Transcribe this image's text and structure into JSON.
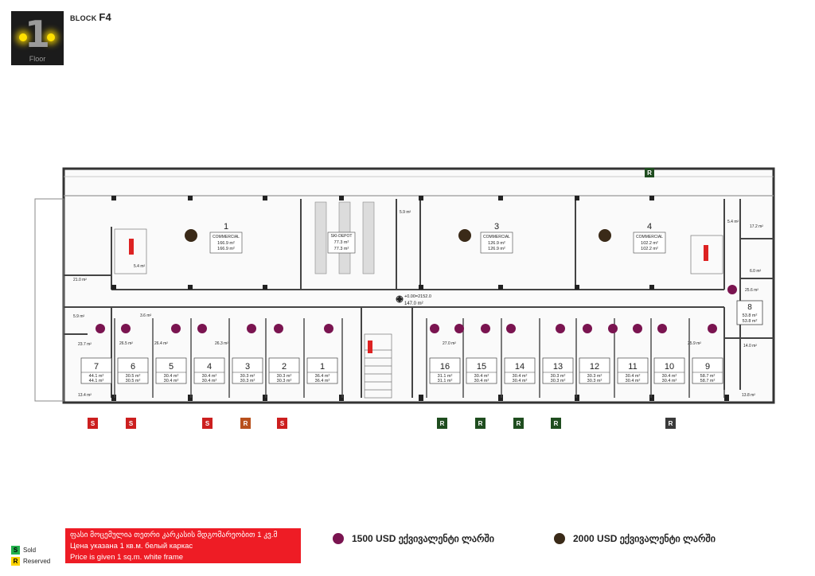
{
  "header": {
    "floor_number": "1",
    "floor_label": "Floor",
    "block_prefix": "BLOCK",
    "block_name": "F4"
  },
  "colors": {
    "sold": "#cc1f1f",
    "reserved_brown": "#b8501c",
    "available_green": "#1f4d1f",
    "dark_gray": "#3a3a3a",
    "price_1500": "#7a1450",
    "price_2000": "#3a2a18",
    "notice_bg": "#ee1c25"
  },
  "commercial_units": [
    {
      "id": "1",
      "label": "COMMERCIAL",
      "area1": "166.9 m²",
      "area2": "166.9 m²"
    },
    {
      "id": "3",
      "label": "COMMERCIAL",
      "area1": "126.9 m²",
      "area2": "126.9 m²"
    },
    {
      "id": "4",
      "label": "COMMERCIAL",
      "area1": "102.2 m²",
      "area2": "102.2 m²"
    }
  ],
  "ski_depot": {
    "label": "SKI-DEPOT",
    "area1": "77.3 m²",
    "area2": "77.3 m²"
  },
  "level_mark": {
    "elevation": "+0.00=2152.0",
    "area": "147.0 m²"
  },
  "unit_8": {
    "id": "8",
    "area1": "53.8 m²",
    "area2": "53.8 m²"
  },
  "units": [
    {
      "id": "7",
      "area1": "44.1 m²",
      "area2": "44.1 m²"
    },
    {
      "id": "6",
      "area1": "30.5 m²",
      "area2": "30.5 m²"
    },
    {
      "id": "5",
      "area1": "30.4 m²",
      "area2": "30.4 m²"
    },
    {
      "id": "4",
      "area1": "30.4 m²",
      "area2": "30.4 m²"
    },
    {
      "id": "3",
      "area1": "30.3 m²",
      "area2": "30.3 m²"
    },
    {
      "id": "2",
      "area1": "30.3 m²",
      "area2": "30.3 m²"
    },
    {
      "id": "1",
      "area1": "36.4 m²",
      "area2": "36.4 m²"
    },
    {
      "id": "16",
      "area1": "31.1 m²",
      "area2": "31.1 m²"
    },
    {
      "id": "15",
      "area1": "30.4 m²",
      "area2": "30.4 m²"
    },
    {
      "id": "14",
      "area1": "30.4 m²",
      "area2": "30.4 m²"
    },
    {
      "id": "13",
      "area1": "30.3 m²",
      "area2": "30.3 m²"
    },
    {
      "id": "12",
      "area1": "30.3 m²",
      "area2": "30.3 m²"
    },
    {
      "id": "11",
      "area1": "30.4 m²",
      "area2": "30.4 m²"
    },
    {
      "id": "10",
      "area1": "30.4 m²",
      "area2": "30.4 m²"
    },
    {
      "id": "9",
      "area1": "58.7 m²",
      "area2": "58.7 m²"
    }
  ],
  "small_areas": [
    "5.9 m²",
    "5.4 m²",
    "21.0 m²",
    "5.9 m²",
    "23.7 m²",
    "13.4 m²",
    "5.4 m²",
    "17.2 m²",
    "6.0 m²",
    "25.6 m²",
    "14.0 m²",
    "13.8 m²",
    "3.6 m²",
    "26.5 m²",
    "26.4 m²",
    "26.3 m²",
    "27.0 m²",
    "25.9 m²"
  ],
  "status_markers": [
    {
      "letter": "S",
      "status": "sold"
    },
    {
      "letter": "S",
      "status": "sold"
    },
    {
      "letter": "S",
      "status": "sold"
    },
    {
      "letter": "R",
      "status": "reserved"
    },
    {
      "letter": "S",
      "status": "sold"
    },
    {
      "letter": "R",
      "status": "reserved"
    },
    {
      "letter": "R",
      "status": "reserved"
    },
    {
      "letter": "R",
      "status": "reserved"
    },
    {
      "letter": "R",
      "status": "reserved"
    },
    {
      "letter": "R",
      "status": "reserved"
    },
    {
      "letter": "R",
      "status": "reserved"
    }
  ],
  "legend": {
    "sold_letter": "S",
    "sold_label": "Sold",
    "reserved_letter": "R",
    "reserved_label": "Reserved"
  },
  "notice": {
    "line1": "ფასი მოცემულია თეთრი კარკასის მდგომარეობით 1 კვ.მ",
    "line2": "Цена указана 1 кв.м. белый каркас",
    "line3": "Price is given 1 sq.m. white frame"
  },
  "prices": [
    {
      "label": "1500 USD ექვივალენტი ლარში"
    },
    {
      "label": "2000 USD ექვივალენტი ლარში"
    }
  ]
}
